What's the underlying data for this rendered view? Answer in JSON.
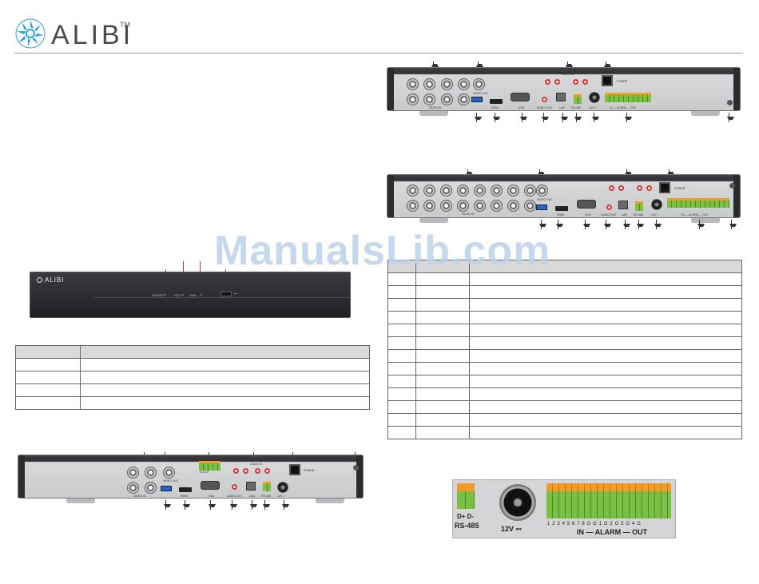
{
  "brand": {
    "name": "ALIBI",
    "tm": "TM",
    "logo_icon": "alibi-aperture-logo",
    "accent": "#2aa3d8"
  },
  "watermark": "ManualsLib.com",
  "front_panel": {
    "logo": "ALIBI",
    "labels": [
      "POWER",
      "HDD",
      "Tx/Rx"
    ],
    "usb_symbol": "⭠"
  },
  "rear_4ch": {
    "labels": {
      "video_in": "VIDEO IN",
      "video_out": "VIDEO OUT",
      "alarm": "ALARM",
      "alarm_sub": "IN   OUT",
      "audio_in": "AUDIO IN",
      "hdmi": "HDMI",
      "vga": "VGA",
      "audio_out": "AUDIO OUT",
      "lan": "LAN",
      "rs485": "RS-485",
      "dc": "12V ⎓",
      "power": "POWER"
    }
  },
  "rear_8ch": {
    "labels": {
      "video_in": "VIDEO IN",
      "video_out": "VIDEO OUT",
      "audio_in": "AUDIO IN",
      "hdmi": "HDMI",
      "vga": "VGA",
      "audio_out": "AUDIO OUT",
      "lan": "LAN",
      "rs485": "RS-485",
      "dc": "12V ⎓",
      "alarm": "IN — ALARM — OUT",
      "power": "POWER"
    }
  },
  "rear_16ch": {
    "labels": {
      "video_in": "VIDEO IN",
      "video_out": "VIDEO OUT",
      "audio_in": "AUDIO IN",
      "hdmi": "HDMI",
      "vga": "VGA",
      "audio_out": "AUDIO OUT",
      "lan": "LAN",
      "rs485": "RS-485",
      "dc": "12V ⎓",
      "alarm": "IN — ALARM — OUT",
      "power": "POWER"
    }
  },
  "rs_photo": {
    "rs485_pins": "D+ D-",
    "rs485_label": "RS-485",
    "dc_label": "12V ⎓",
    "alarm_numbers": "1 2 3 4 5 6 7 8 G G 1 G 2 G 3 G 4 G",
    "alarm_label": "IN — ALARM — OUT"
  }
}
